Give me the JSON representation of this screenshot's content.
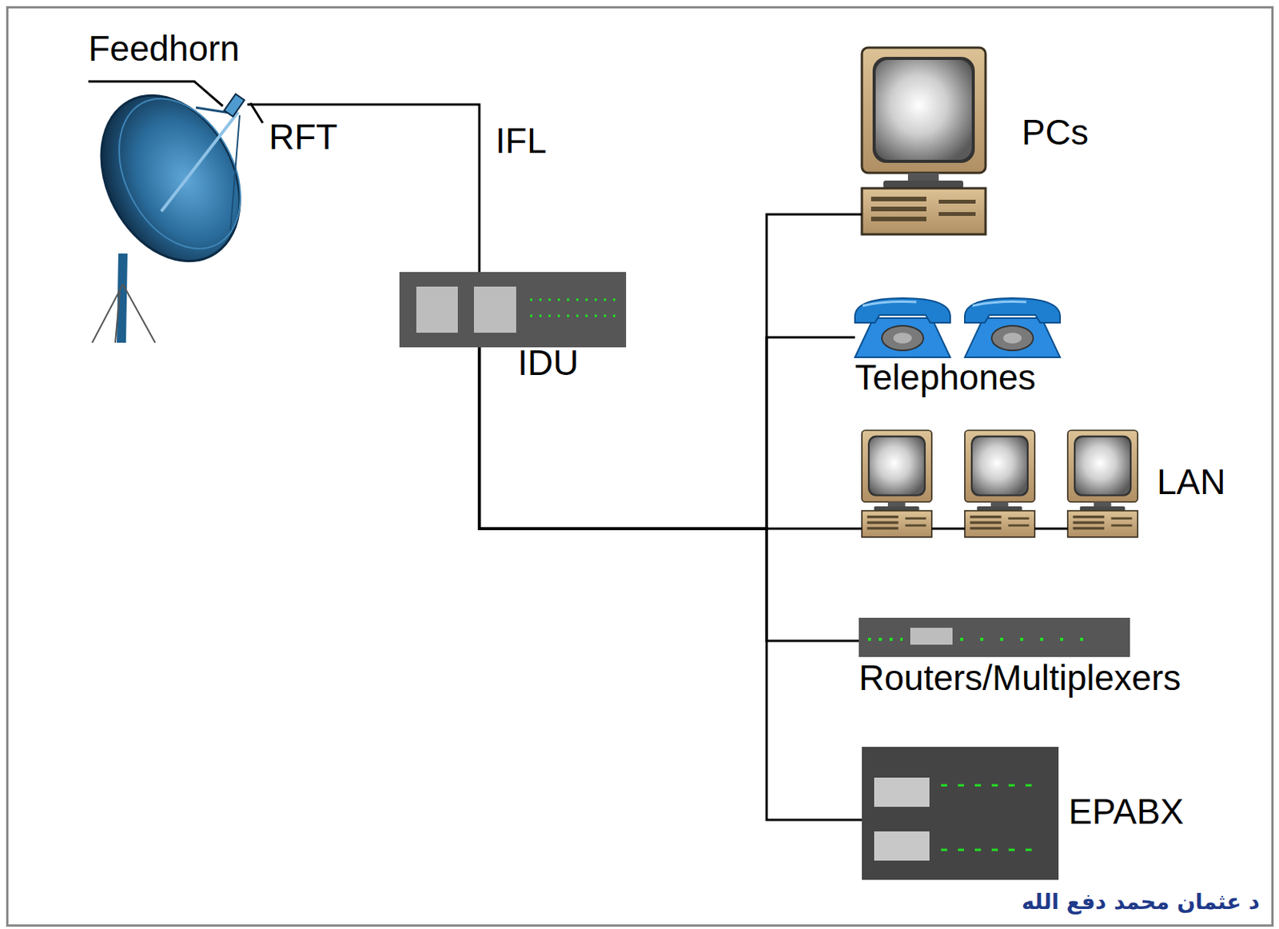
{
  "diagram": {
    "nodes": [
      {
        "text": [
          "RFT"
        ]
      },
      {
        "text": [
          "IDU"
        ]
      },
      {
        "text": [
          "PCs"
        ]
      },
      {
        "text": [
          "Telephones"
        ]
      },
      {
        "text": [
          "LAN"
        ]
      },
      {
        "text": [
          "Routers/Multiplexers"
        ]
      },
      {
        "text": [
          "EPABX"
        ]
      }
    ],
    "edges": [
      {
        "from": 0,
        "to": 1,
        "arrow": "none",
        "label": "IFL"
      },
      {
        "from": 1,
        "to": 2,
        "arrow": "none"
      },
      {
        "from": 1,
        "to": 3,
        "arrow": "none"
      },
      {
        "from": 1,
        "to": 4,
        "arrow": "none"
      },
      {
        "from": 1,
        "to": 5,
        "arrow": "none"
      },
      {
        "from": 1,
        "to": 6,
        "arrow": "none"
      }
    ],
    "labels": [
      "Feedhorn",
      "د عثمان محمد دفع الله"
    ]
  }
}
